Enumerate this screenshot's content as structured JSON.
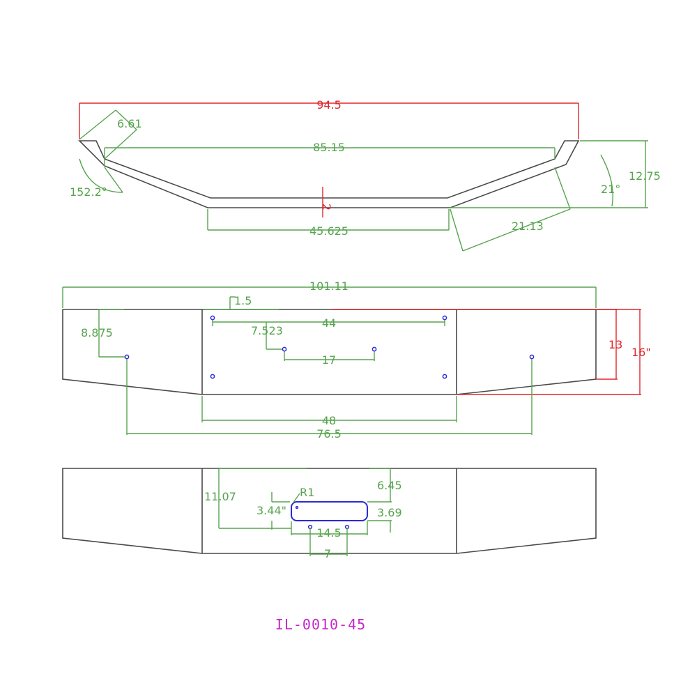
{
  "drawing": {
    "part_number": "IL-0010-45",
    "colors": {
      "outline": "#4a4a4a",
      "dimension": "#56a44e",
      "dimension_highlight": "#e0262b",
      "holes": "#2a2ad8",
      "part_number": "#c427c9"
    },
    "top_view": {
      "overall_width": "94.5",
      "inner_width": "85.15",
      "flange": "6.61",
      "flange_angle": "152.2°",
      "thickness": "2",
      "center_flat": "45.625",
      "wing_length": "21.13",
      "wing_angle": "21°",
      "height": "12.75"
    },
    "front_view": {
      "overall_length": "101.11",
      "hole_offset_top": "1.5",
      "side_hole_height": "8.875",
      "hole_spacing_top": "44",
      "hole_offset_side": "7.523",
      "hole_spacing_mid": "17",
      "end_height": "13",
      "center_height": "16\"",
      "center_width": "48",
      "side_hole_spacing": "76.5"
    },
    "slot_view": {
      "slot_height_from_bottom": "11.07",
      "slot_radius": "R1",
      "slot_offset_right": "6.45",
      "slot_height": "3.44\"",
      "slot_offset_bottom": "3.69",
      "slot_length": "14.5",
      "bolt_spacing": "7"
    }
  }
}
